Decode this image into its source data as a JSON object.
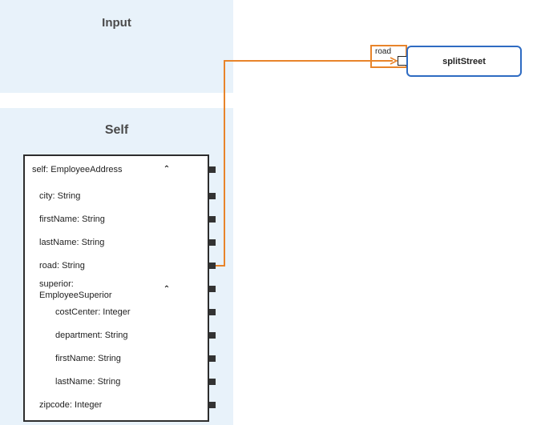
{
  "panels": {
    "input_title": "Input",
    "self_title": "Self"
  },
  "schema": {
    "rows": [
      {
        "label": "self: EmployeeAddress",
        "expandable": true
      },
      {
        "label": "city: String"
      },
      {
        "label": "firstName: String"
      },
      {
        "label": "lastName: String"
      },
      {
        "label": "road: String"
      },
      {
        "label": "superior:\nEmployeeSuperior",
        "expandable": true
      },
      {
        "label": "costCenter: Integer"
      },
      {
        "label": "department: String"
      },
      {
        "label": "firstName: String"
      },
      {
        "label": "lastName: String"
      },
      {
        "label": "zipcode: Integer"
      }
    ]
  },
  "node": {
    "title": "splitStreet",
    "input_port_label": "road"
  },
  "colors": {
    "connection": "#e8842a",
    "node_border": "#2e6bc2",
    "panel_bg": "#e8f2fa"
  }
}
